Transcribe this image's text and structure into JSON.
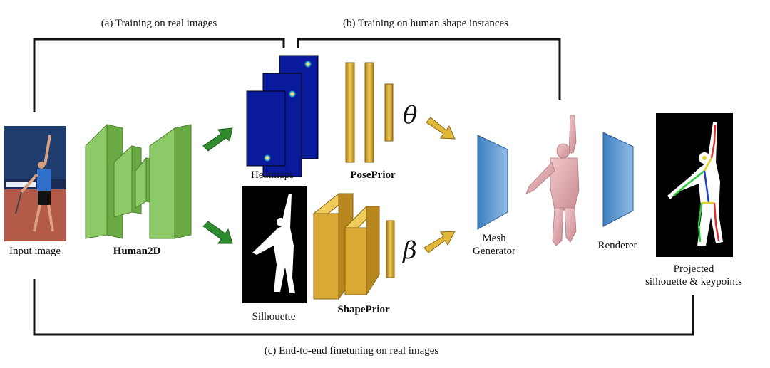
{
  "labels": {
    "training_real": "(a) Training on real images",
    "training_shape": "(b) Training on human shape instances",
    "finetuning": "(c) End-to-end finetuning on real images",
    "input_image": "Input image",
    "human2d": "Human2D",
    "heatmaps": "Heatmaps",
    "pose_prior": "PosePrior",
    "theta": "θ",
    "silhouette": "Silhouette",
    "shape_prior": "ShapePrior",
    "beta": "β",
    "mesh_generator_line1": "Mesh",
    "mesh_generator_line2": "Generator",
    "renderer": "Renderer",
    "projected_line1": "Projected",
    "projected_line2": "silhouette & keypoints"
  },
  "colors": {
    "encoder_green": "#7fbf5a",
    "arrow_green": "#2e8b2e",
    "heatmap_blue": "#0a1a9c",
    "prior_gold": "#d9a933",
    "arrow_gold": "#e0b93a",
    "generator_blue": "#5b9bd5",
    "mesh_pink": "#e8b4b8"
  }
}
